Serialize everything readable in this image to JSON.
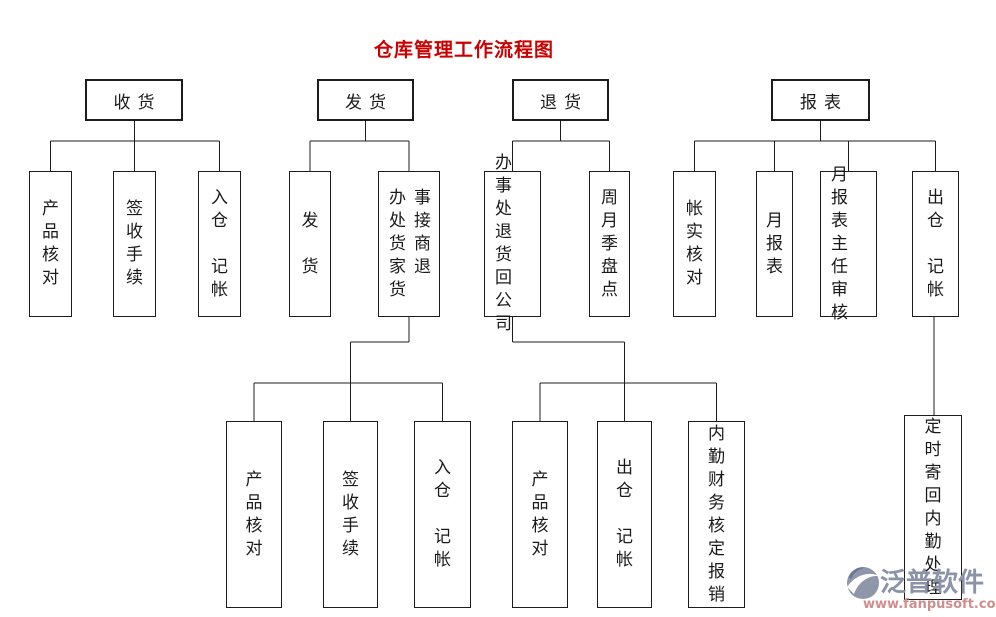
{
  "title": {
    "text": "仓库管理工作流程图",
    "color": "#cc0000"
  },
  "tree": {
    "receiving": {
      "label": "收货",
      "children": [
        {
          "label": "产\n品\n核\n对"
        },
        {
          "label": "签\n收\n手\n续"
        },
        {
          "label": "入\n仓\n\n记\n帐"
        }
      ]
    },
    "shipping": {
      "label": "发货",
      "children": [
        {
          "label": "发\n\n货"
        },
        {
          "label": "办事\n处接\n货商\n家退\n货",
          "children": [
            {
              "label": "产\n品\n核\n对"
            },
            {
              "label": "签\n收\n手\n续"
            },
            {
              "label": "入\n仓\n\n记\n帐"
            }
          ]
        }
      ]
    },
    "returns": {
      "label": "退货",
      "children": [
        {
          "label": "办事\n处退\n货回\n公司",
          "children": [
            {
              "label": "产\n品\n核\n对"
            },
            {
              "label": "出\n仓\n\n记\n帐"
            },
            {
              "label": "内\n勤\n财\n务\n核\n定\n报\n销"
            }
          ]
        },
        {
          "label": "周\n月\n季\n盘\n点"
        }
      ]
    },
    "reports": {
      "label": "报表",
      "children": [
        {
          "label": "帐\n实\n核\n对"
        },
        {
          "label": "月\n报\n表"
        },
        {
          "label": "月报\n表主\n任审\n核"
        },
        {
          "label": "出\n仓\n\n记\n帐",
          "children": [
            {
              "label": "定\n时\n寄\n回\n内\n勤\n处\n理"
            }
          ]
        }
      ]
    }
  },
  "watermark": {
    "brand": "泛普软件",
    "url": "www.fanpusoft.com",
    "brand_color": "#8a93a8",
    "url_color": "#cf8e8e",
    "logo": "fanpu-swoosh-logo"
  },
  "colors": {
    "background": "#ffffff",
    "line": "#1c1c1c",
    "box_border": "#1c1c1c"
  }
}
